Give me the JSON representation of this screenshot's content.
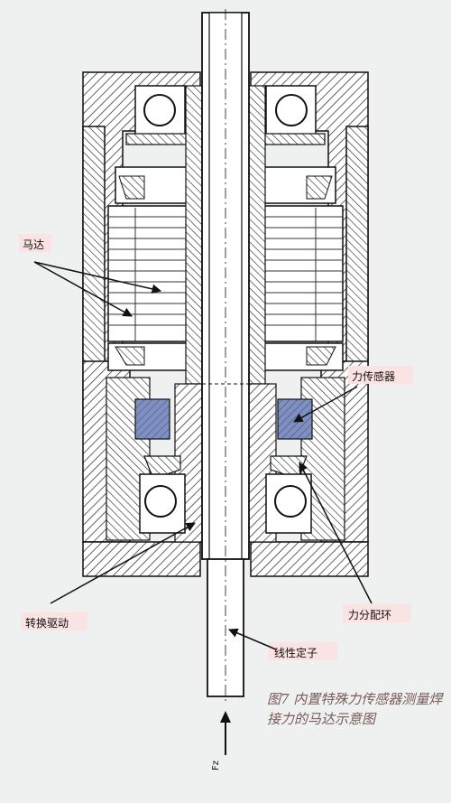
{
  "labels": {
    "motor": "马达",
    "force_sensor": "力传感器",
    "rotary_drive": "转换驱动",
    "force_ring": "力分配环",
    "linear_stator": "线性定子"
  },
  "force_symbol": "Fz",
  "caption": "图7   内置特殊力传感器测量焊接力的马达示意图",
  "colors": {
    "background": "#eef1f0",
    "sensor_fill": "#7f8fbf",
    "label_box": "#fbe3e3",
    "caption_text": "#7a5a57"
  }
}
